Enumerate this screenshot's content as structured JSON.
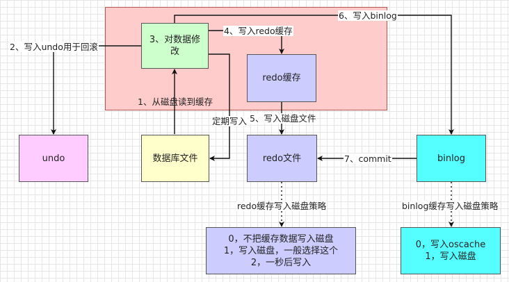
{
  "nodes": {
    "modify": "3、对数据修\n改",
    "redo_cache": "redo缓存",
    "undo": "undo",
    "db_file": "数据库文件",
    "redo_file": "redo文件",
    "binlog": "binlog",
    "redo_policy": "0，不把缓存数据写入磁盘\n1，写入磁盘，一般选择这个\n2，一秒后写入",
    "binlog_policy": "0，写入oscache\n1，写入磁盘"
  },
  "edges": {
    "step1": "1、从磁盘读到缓存",
    "step2": "2、写入undo用于回滚",
    "step4": "4、写入redo缓存",
    "step5": "5、写入磁盘文件",
    "step6": "6、写入binlog",
    "step7": "7、commit",
    "periodic_write": "定期写入",
    "redo_policy_label": "redo缓存写入磁盘策略",
    "binlog_policy_label": "binlog缓存写入磁盘策略"
  },
  "colors": {
    "region": "#ffcccc",
    "modify": "#ccffcc",
    "redo": "#ccccff",
    "undo": "#ffccff",
    "db_file": "#ffffcc",
    "binlog": "#55ffff"
  }
}
